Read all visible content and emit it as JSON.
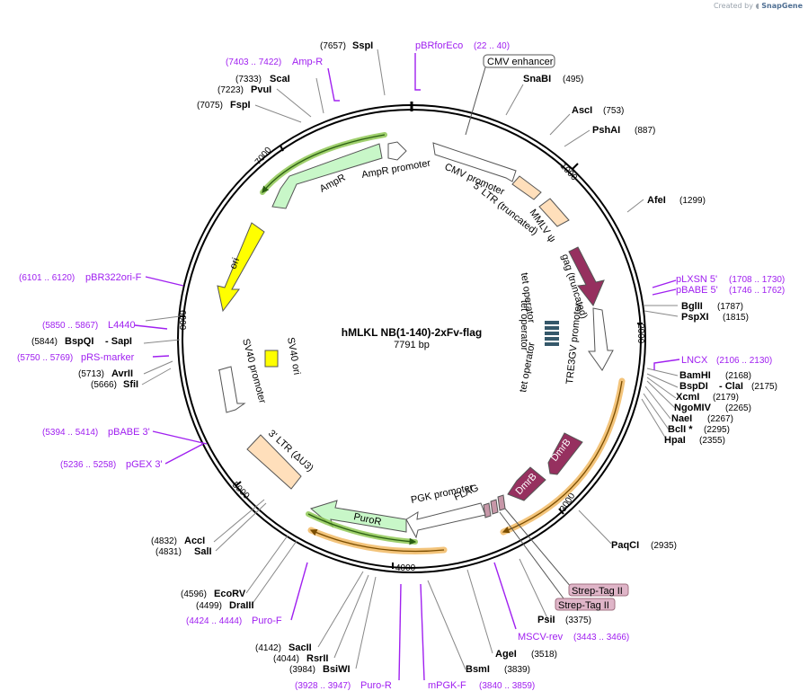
{
  "credit": {
    "prefix": "Created by",
    "brand": "SnapGene"
  },
  "plasmid": {
    "name": "hMLKL NB(1-140)-2xFv-flag",
    "size": "7791 bp"
  },
  "colors": {
    "ampr": "#c8f7c8",
    "ori": "#ffff00",
    "promoter": "#ffffff",
    "ltr": "#ffdfbb",
    "gag": "#96305f",
    "dmrb": "#96305f",
    "orange_band": "#f0b55a",
    "green_band": "#88c44a",
    "primer": "#a020f0",
    "tetop": "#35586a",
    "flag": "#c797a8",
    "strep_box": "#dfb5c8"
  },
  "tick_marks": [
    "1000",
    "2000",
    "3000",
    "4000",
    "5000",
    "6000",
    "7000"
  ],
  "features": [
    {
      "name": "CMV enhancer",
      "boxed": true
    },
    {
      "name": "CMV promoter"
    },
    {
      "name": "5' LTR (truncated)"
    },
    {
      "name": "MMLV ψ"
    },
    {
      "name": "gag (truncated)"
    },
    {
      "name": "tet operator"
    },
    {
      "name": "tet operator"
    },
    {
      "name": "tet operator"
    },
    {
      "name": "TRE3GV promoter"
    },
    {
      "name": "DmrB"
    },
    {
      "name": "DmrB"
    },
    {
      "name": "FLAG"
    },
    {
      "name": "Strep-Tag II",
      "boxed": true
    },
    {
      "name": "Strep-Tag II",
      "boxed": true
    },
    {
      "name": "PGK promoter"
    },
    {
      "name": "PuroR"
    },
    {
      "name": "3' LTR (ΔU3)"
    },
    {
      "name": "SV40 promoter"
    },
    {
      "name": "SV40 ori"
    },
    {
      "name": "ori"
    },
    {
      "name": "AmpR"
    },
    {
      "name": "AmpR promoter"
    }
  ],
  "sites": [
    {
      "name": "SspI",
      "pos": "(7657)"
    },
    {
      "name": "ScaI",
      "pos": "(7333)"
    },
    {
      "name": "PvuI",
      "pos": "(7223)"
    },
    {
      "name": "FspI",
      "pos": "(7075)"
    },
    {
      "name": "SnaBI",
      "pos": "(495)"
    },
    {
      "name": "AscI",
      "pos": "(753)"
    },
    {
      "name": "PshAI",
      "pos": "(887)"
    },
    {
      "name": "AfeI",
      "pos": "(1299)"
    },
    {
      "name": "BglII",
      "pos": "(1787)"
    },
    {
      "name": "PspXI",
      "pos": "(1815)"
    },
    {
      "name": "BamHI",
      "pos": "(2168)"
    },
    {
      "name": "BspDI",
      "pos": "(2175)",
      "extra": "ClaI"
    },
    {
      "name": "XcmI",
      "pos": "(2179)"
    },
    {
      "name": "NgoMIV",
      "pos": "(2265)"
    },
    {
      "name": "NaeI",
      "pos": "(2267)"
    },
    {
      "name": "BclI *",
      "pos": "(2295)"
    },
    {
      "name": "HpaI",
      "pos": "(2355)"
    },
    {
      "name": "PaqCI",
      "pos": "(2935)"
    },
    {
      "name": "PsiI",
      "pos": "(3375)"
    },
    {
      "name": "AgeI",
      "pos": "(3518)"
    },
    {
      "name": "BsmI",
      "pos": "(3839)"
    },
    {
      "name": "BspQI",
      "pos": "(5844)",
      "extra": "SapI"
    },
    {
      "name": "AvrII",
      "pos": "(5713)"
    },
    {
      "name": "SfiI",
      "pos": "(5666)"
    },
    {
      "name": "AccI",
      "pos": "(4832)"
    },
    {
      "name": "SalI",
      "pos": "(4831)"
    },
    {
      "name": "EcoRV",
      "pos": "(4596)"
    },
    {
      "name": "DraIII",
      "pos": "(4499)"
    },
    {
      "name": "SacII",
      "pos": "(4142)"
    },
    {
      "name": "RsrII",
      "pos": "(4044)"
    },
    {
      "name": "BsiWI",
      "pos": "(3984)"
    }
  ],
  "primers": [
    {
      "name": "pBRforEco",
      "range": "(22 .. 40)"
    },
    {
      "name": "Amp-R",
      "range": "(7403 .. 7422)"
    },
    {
      "name": "pLXSN 5'",
      "range": "(1708 .. 1730)"
    },
    {
      "name": "pBABE 5'",
      "range": "(1746 .. 1762)"
    },
    {
      "name": "LNCX",
      "range": "(2106 .. 2130)"
    },
    {
      "name": "MSCV-rev",
      "range": "(3443 .. 3466)"
    },
    {
      "name": "mPGK-F",
      "range": "(3840 .. 3859)"
    },
    {
      "name": "Puro-R",
      "range": "(3928 .. 3947)"
    },
    {
      "name": "Puro-F",
      "range": "(4424 .. 4444)"
    },
    {
      "name": "pGEX 3'",
      "range": "(5236 .. 5258)"
    },
    {
      "name": "pBABE 3'",
      "range": "(5394 .. 5414)"
    },
    {
      "name": "pRS-marker",
      "range": "(5750 .. 5769)"
    },
    {
      "name": "L4440",
      "range": "(5850 .. 5867)"
    },
    {
      "name": "pBR322ori-F",
      "range": "(6101 .. 6120)"
    }
  ]
}
